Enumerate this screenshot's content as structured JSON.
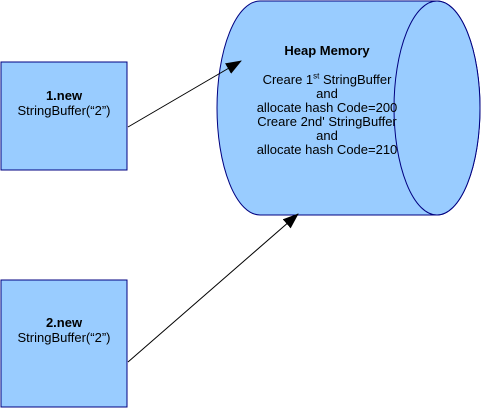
{
  "colors": {
    "fill": "#99ccff",
    "stroke": "#000080",
    "arrow": "#000000"
  },
  "boxes": [
    {
      "title": "1.new",
      "body": "StringBuffer(“2”)"
    },
    {
      "title": "2.new",
      "body": "StringBuffer(“2”)"
    }
  ],
  "heap": {
    "title": "Heap Memory",
    "line1_pre": "Creare 1",
    "line1_sup": "st",
    "line1_post": " StringBuffer",
    "line2": "and",
    "line3": "allocate hash Code=200",
    "line4": "Creare 2nd' StringBuffer",
    "line5": "and",
    "line6": "allocate hash Code=210"
  }
}
